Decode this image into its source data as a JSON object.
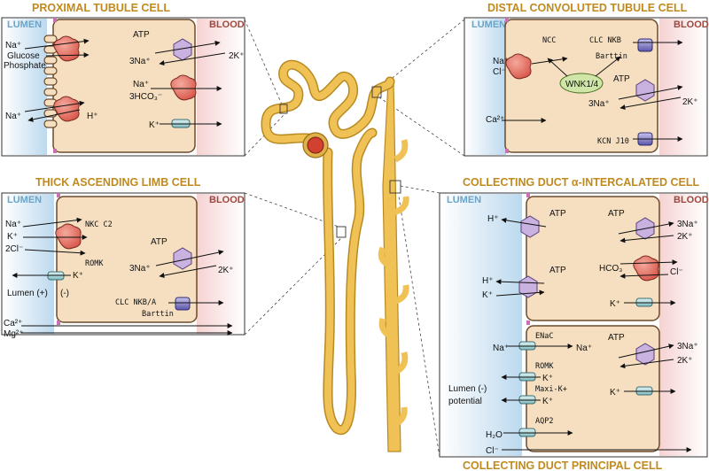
{
  "panels": {
    "proximal": {
      "title": "PROXIMAL TUBULE CELL",
      "lumen": "LUMEN",
      "blood": "BLOOD",
      "na1": "Na⁺",
      "glucose": "Glucose",
      "phosphate": "Phosphate",
      "na2": "Na⁺",
      "h": "H⁺",
      "atp": "ATP",
      "na3": "3Na⁺",
      "k2": "2K⁺",
      "na4": "Na⁺",
      "hco3": "3HCO₃⁻",
      "k": "K⁺"
    },
    "dct": {
      "title": "DISTAL CONVOLUTED TUBULE CELL",
      "lumen": "LUMEN",
      "blood": "BLOOD",
      "na": "Na⁺",
      "cl": "Cl⁻",
      "ncc": "NCC",
      "clcnkb": "CLC NKB",
      "barttin": "Barttin",
      "wnk": "WNK1/4",
      "atp": "ATP",
      "na3": "3Na⁺",
      "k2": "2K⁺",
      "ca": "Ca²⁺",
      "kcnj10": "KCN J10"
    },
    "tal": {
      "title": "THICK ASCENDING LIMB CELL",
      "lumen": "LUMEN",
      "blood": "BLOOD",
      "na": "Na⁺",
      "k": "K⁺",
      "cl2": "2Cl⁻",
      "nkcc2": "NKC C2",
      "romk": "ROMK",
      "k_romk": "K⁺",
      "lumen_pos": "Lumen (+)",
      "neg": "(-)",
      "atp": "ATP",
      "na3": "3Na⁺",
      "k2": "2K⁺",
      "clcnkba": "CLC NKB/A",
      "barttin": "Barttin",
      "ca": "Ca²⁺",
      "mg": "Mg²⁺"
    },
    "cd_alpha": {
      "title": "COLLECTING DUCT α-INTERCALATED CELL",
      "lumen": "LUMEN",
      "blood": "BLOOD",
      "h1": "H⁺",
      "atp1": "ATP",
      "atp2": "ATP",
      "na3": "3Na⁺",
      "k2": "2K⁺",
      "h2": "H⁺",
      "k_in": "K⁺",
      "atp3": "ATP",
      "hco3": "HCO₃",
      "cl": "Cl⁻",
      "k_out": "K⁺"
    },
    "cd_principal": {
      "title": "COLLECTING DUCT PRINCIPAL CELL",
      "enac": "ENaC",
      "na_in": "Na⁺",
      "na_cell": "Na⁺",
      "atp": "ATP",
      "na3": "3Na⁺",
      "k2": "2K⁺",
      "romk": "ROMK",
      "k_romk": "K⁺",
      "maxik": "Maxi-K+",
      "k_maxi": "K⁺",
      "k_bl": "K⁺",
      "lumen_neg": "Lumen (-)",
      "potential": "potential",
      "aqp2": "AQP2",
      "h2o": "H₂O",
      "cl": "Cl⁻"
    }
  },
  "colors": {
    "cell_fill": "#f5dfc0",
    "cell_stroke": "#6b4a2a",
    "tubule": "#f0c255",
    "tubule_stroke": "#b88a22",
    "pump": "#c9b2e0",
    "transporter": "#e07a6e",
    "channel": "#a9d6d9",
    "channel_blue": "#8a86cc",
    "wnk": "#cfe6a8",
    "title": "#c08a1e"
  },
  "icons": [
    "pump-hexagon",
    "transporter-blob",
    "channel-cylinder",
    "arrow"
  ]
}
